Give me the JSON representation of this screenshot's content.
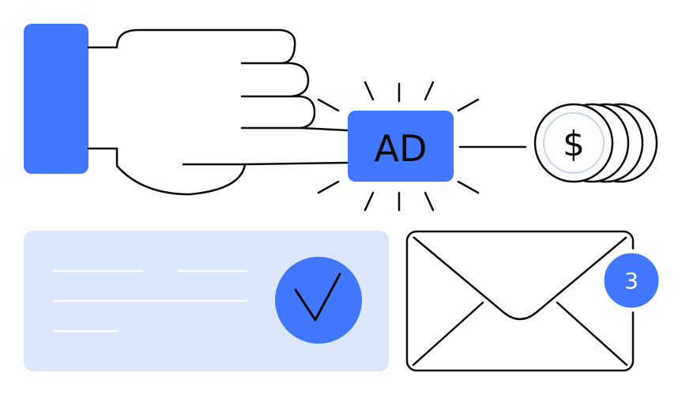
{
  "ad_button": {
    "label": "AD"
  },
  "coin": {
    "symbol": "$"
  },
  "mail": {
    "badge_count": "3"
  },
  "colors": {
    "accent": "#4277FF",
    "card_bg": "#DCE7FB",
    "stroke": "#0B0B0B",
    "background": "#FFFFFF"
  },
  "icons": [
    "hand-pointing-icon",
    "ad-button",
    "coin-stack-icon",
    "checkmark-icon",
    "envelope-icon",
    "notification-badge"
  ]
}
